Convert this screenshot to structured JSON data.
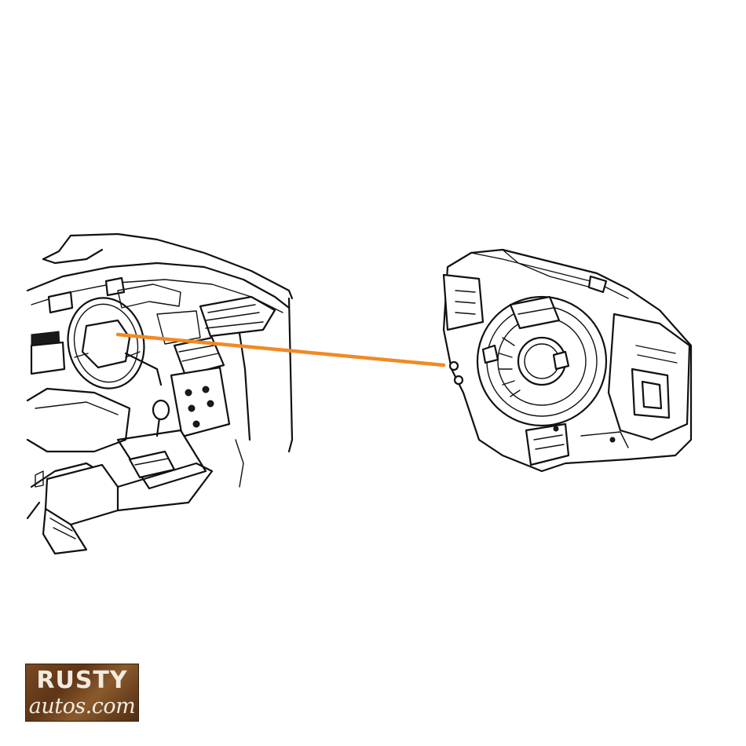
{
  "figure": {
    "left_part": "car-interior-cutaway",
    "right_part": "clock-spring-assembly",
    "leader_line_color": "#f08a24"
  },
  "logo": {
    "line1": "RUSTY",
    "line2": "autos.com",
    "background": "#6b3f1c",
    "text_color": "#f1ebe0"
  }
}
